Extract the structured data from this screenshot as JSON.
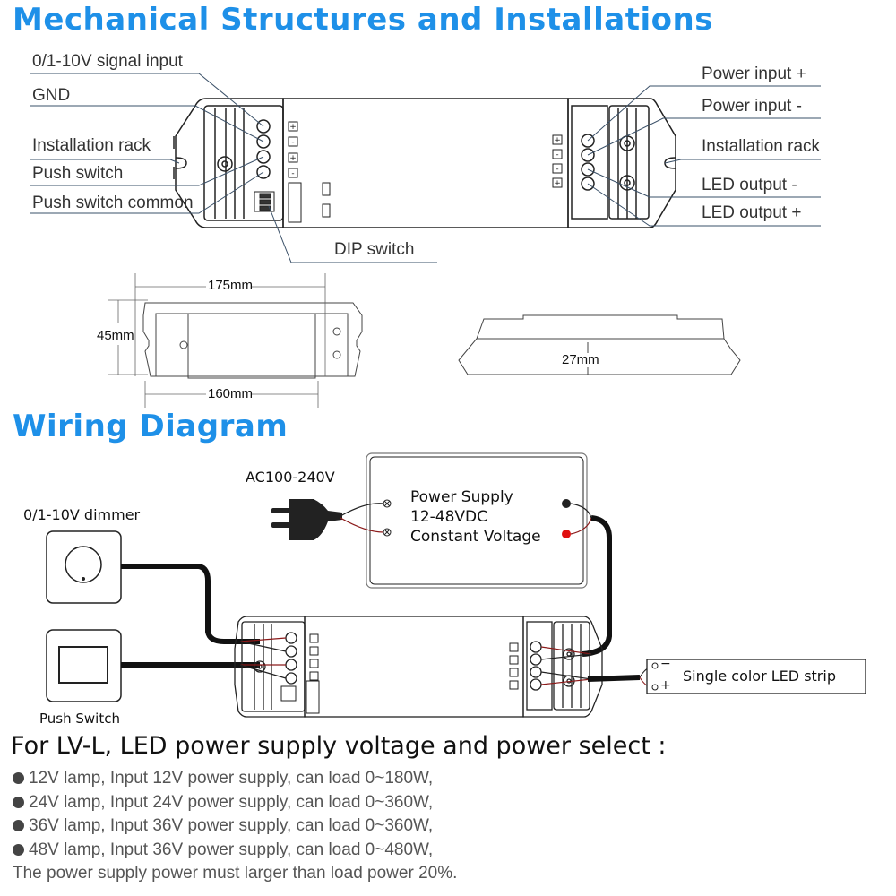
{
  "sections": {
    "mechanical_title": "Mechanical Structures and Installations",
    "wiring_title": "Wiring Diagram"
  },
  "mechanical": {
    "left_labels": [
      "0/1-10V signal input",
      "GND",
      "Installation rack",
      "Push switch",
      "Push switch common"
    ],
    "right_labels": [
      "Power input +",
      "Power input -",
      "Installation rack",
      "LED output -",
      "LED output +"
    ],
    "dip_label": "DIP switch"
  },
  "dimensions": {
    "length_total": "175mm",
    "length_body": "160mm",
    "width": "45mm",
    "height": "27mm"
  },
  "wiring": {
    "ac_label": "AC100-240V",
    "dimmer_label": "0/1-10V dimmer",
    "push_switch_label": "Push Switch",
    "power_supply": {
      "line1": "Power Supply",
      "line2": "12-48VDC",
      "line3": "Constant Voltage"
    },
    "led_strip_label": "Single color LED strip",
    "led_strip_minus": "−",
    "led_strip_plus": "+"
  },
  "select": {
    "title": "For LV-L, LED power supply voltage and power select :",
    "items": [
      "12V lamp, Input 12V power supply, can load 0~180W,",
      "24V lamp, Input 24V power supply, can load 0~360W,",
      "36V lamp, Input 36V power supply, can load 0~360W,",
      "48V lamp, Input 36V power supply, can load 0~480W,"
    ],
    "note": "The power supply power must larger than load power 20%."
  },
  "colors": {
    "title_blue": "#1e90e8",
    "wire_red": "#8b1a1a",
    "terminal_red": "#e01010"
  }
}
